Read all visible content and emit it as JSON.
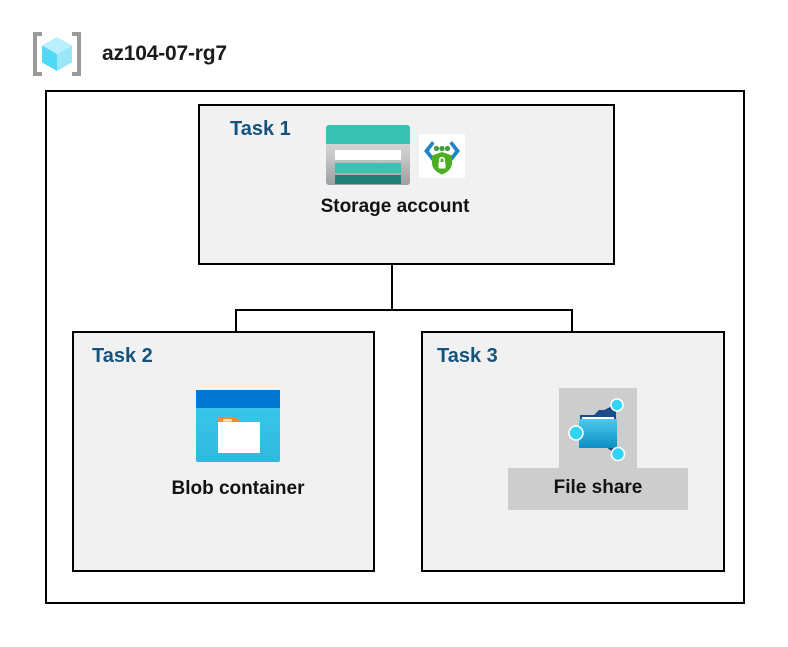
{
  "header": {
    "icon": "resource-group-cube-icon",
    "title": "az104-07-rg7"
  },
  "diagram": {
    "type": "azure-architecture",
    "boundary_name": "resource-group-boundary",
    "tasks": [
      {
        "label": "Task 1",
        "node": {
          "caption": "Storage account",
          "icons": [
            "storage-account-icon",
            "secure-endpoint-icon"
          ]
        }
      },
      {
        "label": "Task 2",
        "node": {
          "caption": "Blob container",
          "icons": [
            "blob-container-icon"
          ]
        }
      },
      {
        "label": "Task 3",
        "node": {
          "caption": "File share",
          "icons": [
            "file-share-icon"
          ],
          "highlighted": true
        }
      }
    ],
    "connections": [
      {
        "from": "Storage account",
        "to": "Blob container"
      },
      {
        "from": "Storage account",
        "to": "File share"
      }
    ]
  },
  "colors": {
    "task_label": "#15537d",
    "box_fill": "#f1f1f1",
    "box_border": "#000000",
    "canvas": "#ffffff",
    "highlight": "#cdcdcd",
    "storage_teal": "#37c2b1",
    "storage_teal_dark": "#1f8175",
    "blob_blue": "#0078d4",
    "blob_cyan": "#32bedd",
    "blob_orange": "#f78d1e",
    "fileshare_blue": "#32bedd",
    "shield_green": "#4cae22",
    "cube_cyan": "#9cebff"
  }
}
